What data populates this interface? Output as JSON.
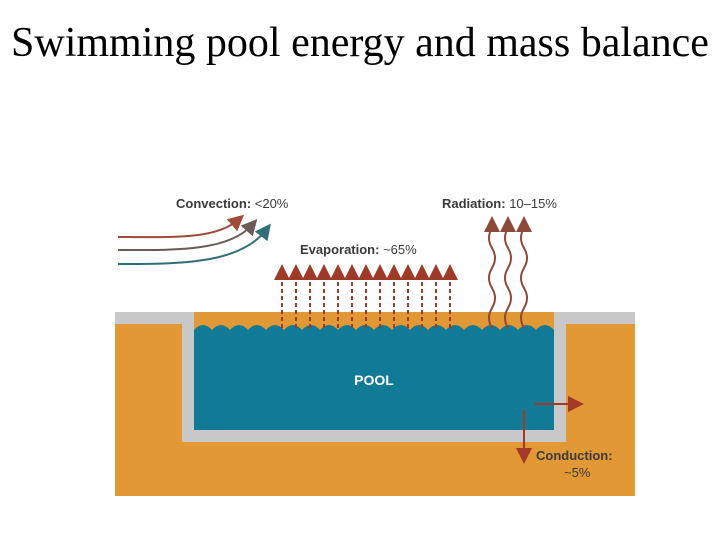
{
  "title": "Swimming pool energy and mass balance",
  "diagram": {
    "pool_label": "POOL",
    "convection": {
      "name": "Convection:",
      "value": "<20%"
    },
    "radiation": {
      "name": "Radiation:",
      "value": "10–15%"
    },
    "evaporation": {
      "name": "Evaporation:",
      "value": "~65%"
    },
    "conduction": {
      "name": "Conduction:",
      "value": "~5%"
    }
  },
  "colors": {
    "ground": "#e29834",
    "concrete": "#c8c8c8",
    "water": "#107a97",
    "evaporation_arrow": "#9e3a28",
    "radiation_arrow": "#8e4a38",
    "conduction_arrow": "#a33a28",
    "convection_arrow_top": "#a04a38",
    "convection_arrow_bottom": "#2f6f78"
  }
}
